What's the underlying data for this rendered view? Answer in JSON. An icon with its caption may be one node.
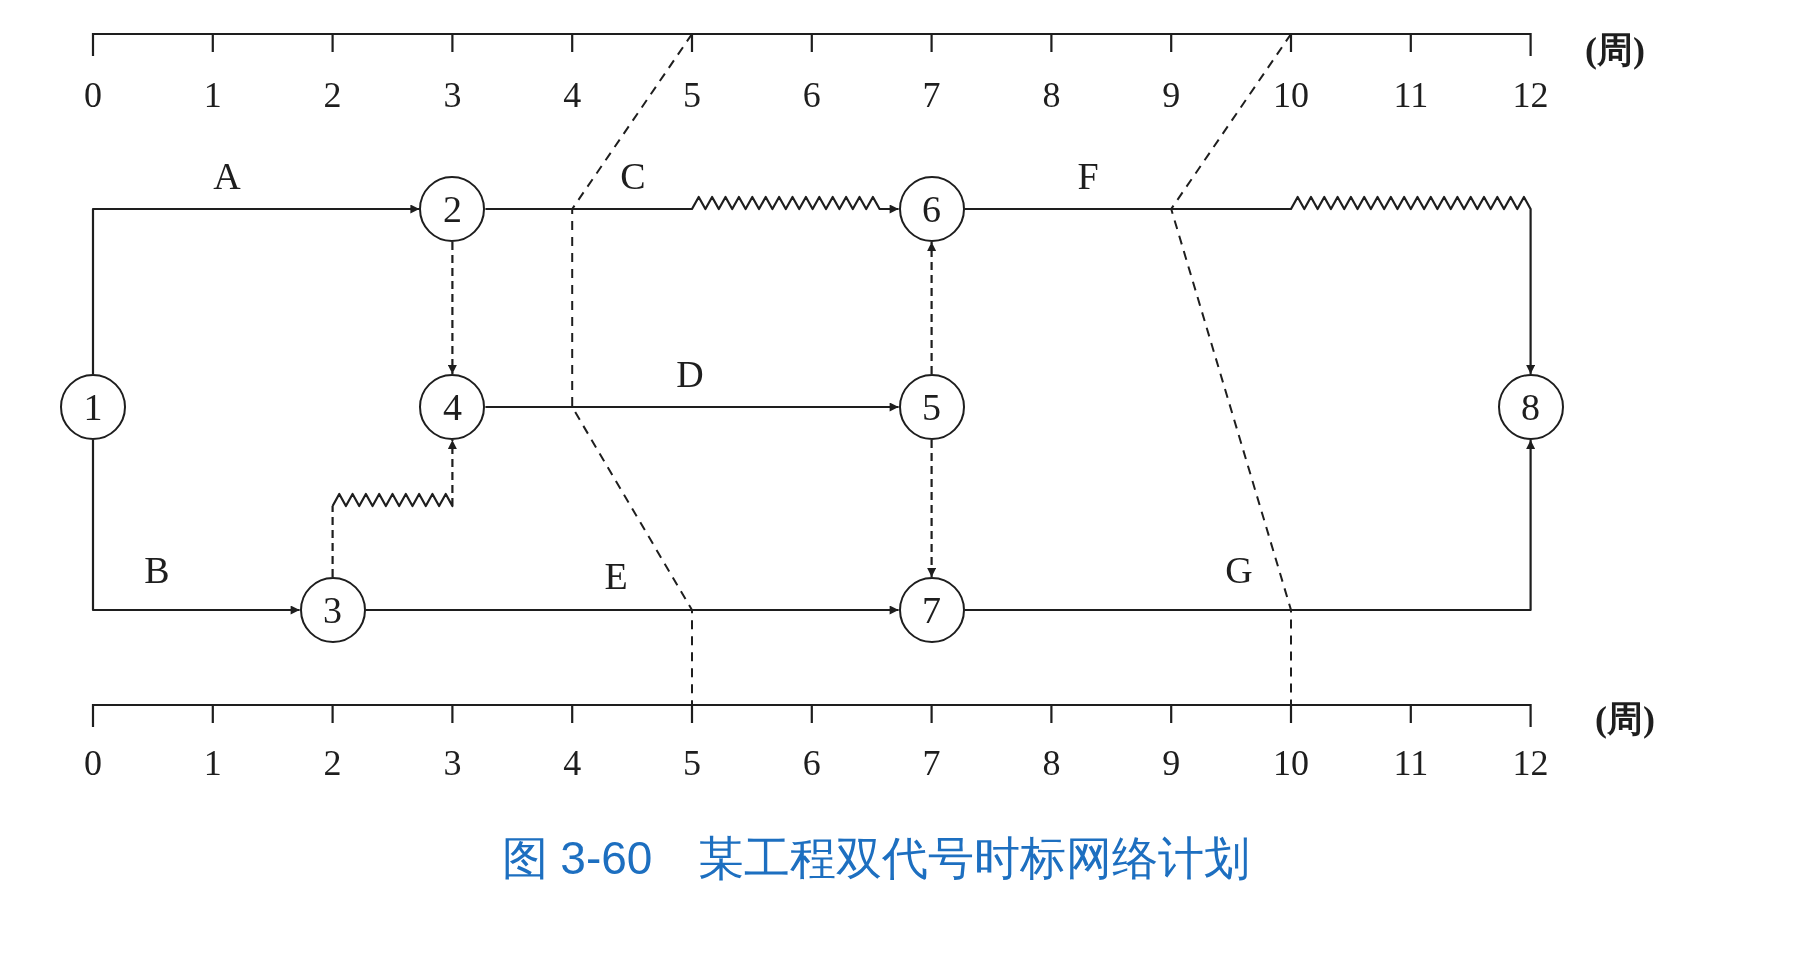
{
  "diagram": {
    "caption": "图 3-60　某工程双代号时标网络计划",
    "nodes": [
      {
        "text": [
          "1"
        ]
      },
      {
        "text": [
          "2"
        ]
      },
      {
        "text": [
          "3"
        ]
      },
      {
        "text": [
          "4"
        ]
      },
      {
        "text": [
          "5"
        ]
      },
      {
        "text": [
          "6"
        ]
      },
      {
        "text": [
          "7"
        ]
      },
      {
        "text": [
          "8"
        ]
      }
    ],
    "edges": [
      {
        "from": 0,
        "to": 1,
        "arrow": "to",
        "label": "A"
      },
      {
        "from": 0,
        "to": 2,
        "arrow": "to",
        "label": "B"
      },
      {
        "from": 1,
        "to": 5,
        "arrow": "to",
        "label": "C"
      },
      {
        "from": 1,
        "to": 3,
        "arrow": "to",
        "style": "dashed"
      },
      {
        "from": 3,
        "to": 4,
        "arrow": "to",
        "label": "D"
      },
      {
        "from": 2,
        "to": 3,
        "arrow": "to",
        "style": "dashed"
      },
      {
        "from": 2,
        "to": 6,
        "arrow": "to",
        "label": "E"
      },
      {
        "from": 4,
        "to": 5,
        "arrow": "to",
        "style": "dashed"
      },
      {
        "from": 4,
        "to": 6,
        "arrow": "to",
        "style": "dashed"
      },
      {
        "from": 5,
        "to": 7,
        "arrow": "to",
        "label": "F"
      },
      {
        "from": 6,
        "to": 7,
        "arrow": "to",
        "label": "G"
      }
    ],
    "labels": [
      "0",
      "1",
      "2",
      "3",
      "4",
      "5",
      "6",
      "7",
      "8",
      "9",
      "10",
      "11",
      "12",
      "(周)",
      "0",
      "1",
      "2",
      "3",
      "4",
      "5",
      "6",
      "7",
      "8",
      "9",
      "10",
      "11",
      "12",
      "(周)"
    ]
  }
}
